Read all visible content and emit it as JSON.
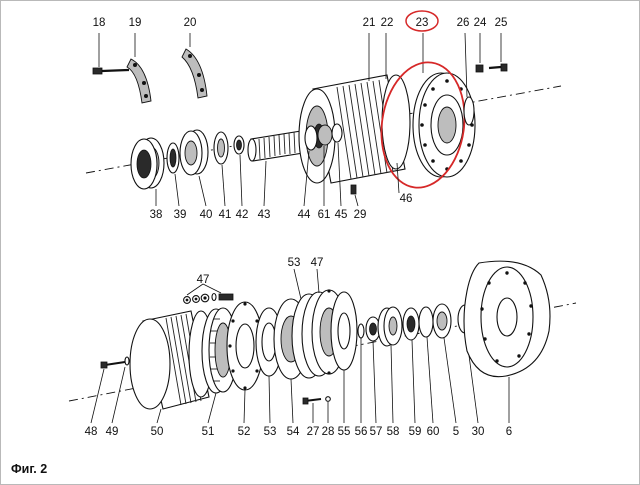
{
  "caption": "Фиг. 2",
  "highlight": {
    "label": "23",
    "color": "#d62828"
  },
  "labels_top": [
    "18",
    "19",
    "20",
    "21",
    "22",
    "23",
    "26",
    "24",
    "25"
  ],
  "labels_mid": [
    "38",
    "39",
    "40",
    "41",
    "42",
    "43",
    "44",
    "61",
    "45",
    "29",
    "46"
  ],
  "labels_47": "47",
  "labels_53_47": [
    "53",
    "47"
  ],
  "labels_bottom": [
    "48",
    "49",
    "50",
    "51",
    "52",
    "53",
    "54",
    "27",
    "28",
    "55",
    "56",
    "57",
    "58",
    "59",
    "60",
    "5",
    "30",
    "6"
  ]
}
